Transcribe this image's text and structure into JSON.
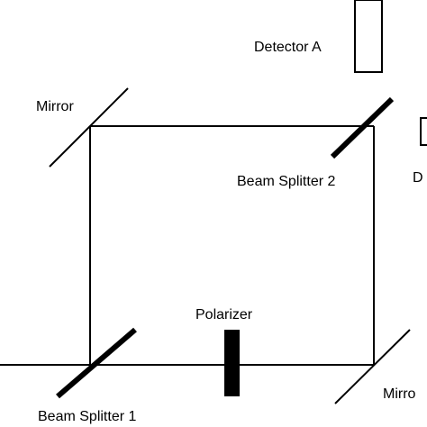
{
  "labels": {
    "detector_a": "Detector A",
    "detector_b_partial": "D",
    "mirror_top_left": "Mirror",
    "beam_splitter_2": "Beam Splitter 2",
    "polarizer": "Polarizer",
    "beam_splitter_1": "Beam Splitter 1",
    "mirror_bottom_right_partial": "Mirro"
  },
  "colors": {
    "stroke": "#000000",
    "background": "#ffffff"
  }
}
